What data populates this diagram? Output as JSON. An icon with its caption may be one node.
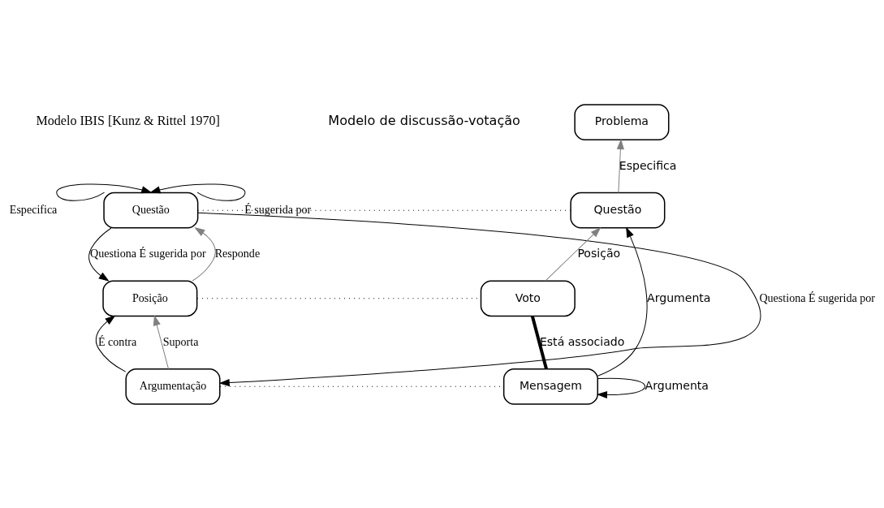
{
  "diagram": {
    "nodes": [
      {
        "text": [
          "Questão"
        ]
      },
      {
        "text": [
          "Posição"
        ]
      },
      {
        "text": [
          "Argumentação"
        ]
      },
      {
        "text": [
          "Problema"
        ]
      },
      {
        "text": [
          "Questão"
        ]
      },
      {
        "text": [
          "Voto"
        ]
      },
      {
        "text": [
          "Mensagem"
        ]
      }
    ],
    "edges": [
      {
        "from": 0,
        "to": 0,
        "arrow": "to",
        "label": "Especifica"
      },
      {
        "from": 0,
        "to": 0,
        "arrow": "to",
        "label": "É sugerida por"
      },
      {
        "from": 0,
        "to": 1,
        "arrow": "to",
        "label": "Questiona É sugerida por"
      },
      {
        "from": 1,
        "to": 0,
        "arrow": "to",
        "label": "Responde",
        "color": "#808080"
      },
      {
        "from": 2,
        "to": 1,
        "arrow": "to",
        "label": "É contra"
      },
      {
        "from": 2,
        "to": 1,
        "arrow": "to",
        "label": "Suporta",
        "color": "#808080"
      },
      {
        "from": 0,
        "to": 2,
        "arrow": "to",
        "label": "Questiona É sugerida por"
      },
      {
        "from": 0,
        "to": 4,
        "arrow": "none",
        "style": "dashed"
      },
      {
        "from": 1,
        "to": 5,
        "arrow": "none",
        "style": "dashed"
      },
      {
        "from": 2,
        "to": 6,
        "arrow": "none",
        "style": "dashed"
      },
      {
        "from": 4,
        "to": 3,
        "arrow": "to",
        "label": "Especifica",
        "color": "#808080"
      },
      {
        "from": 5,
        "to": 4,
        "arrow": "to",
        "label": "Posição",
        "color": "#808080"
      },
      {
        "from": 6,
        "to": 5,
        "arrow": "none",
        "label": "Está associado",
        "style": "thick"
      },
      {
        "from": 6,
        "to": 4,
        "arrow": "to",
        "label": "Argumenta"
      },
      {
        "from": 6,
        "to": 6,
        "arrow": "to",
        "label": "Argumenta"
      }
    ],
    "labels": [
      "Modelo IBIS [Kunz & Rittel 1970]",
      "Modelo de discussão-votação"
    ]
  }
}
